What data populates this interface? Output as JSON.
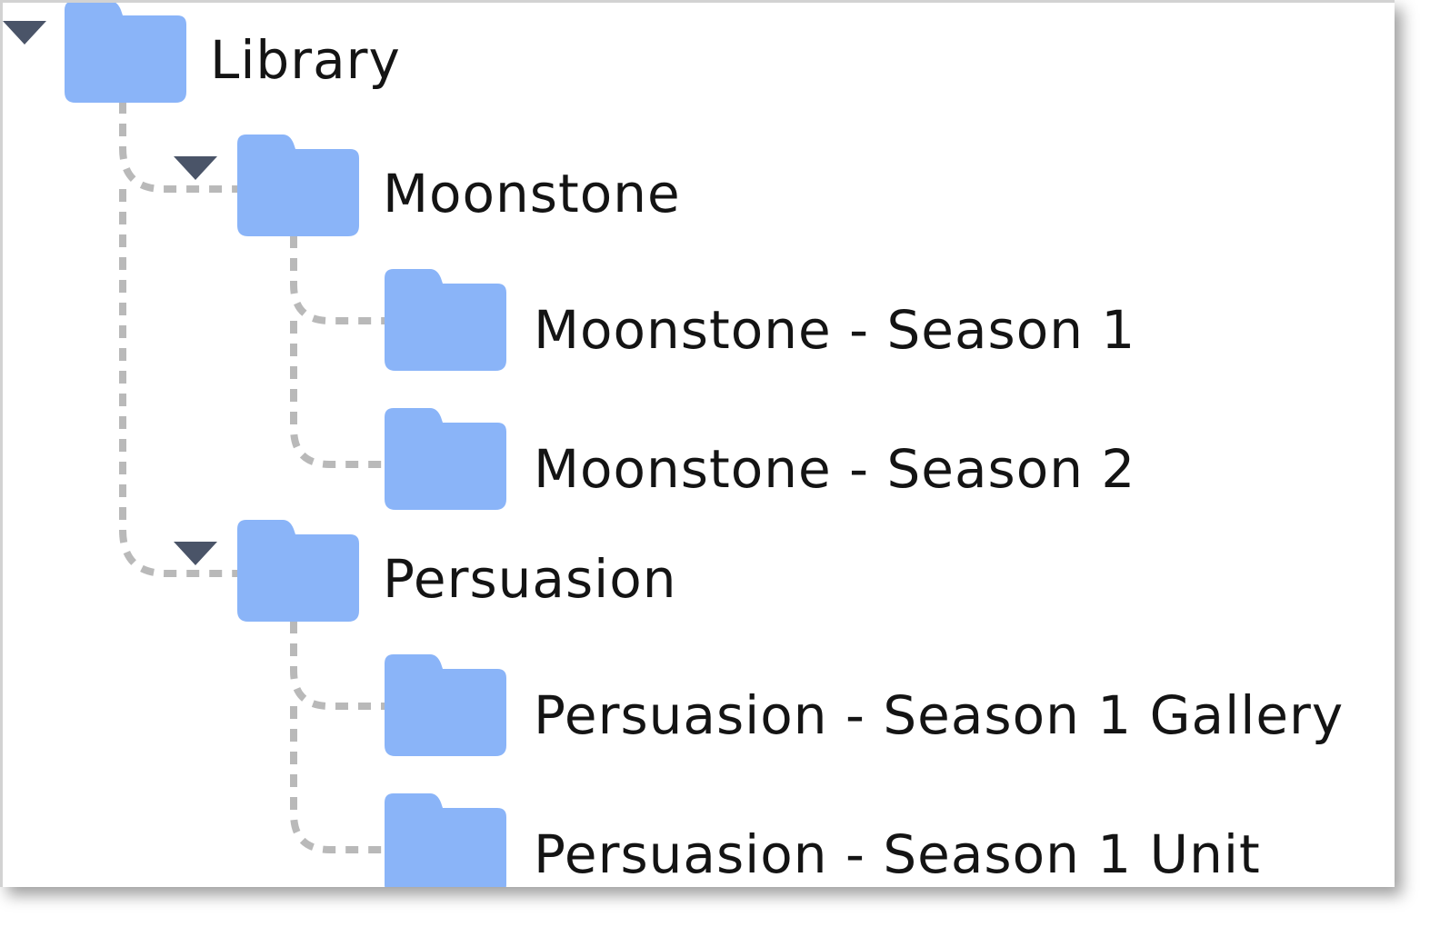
{
  "colors": {
    "folder": "#8ab4f8",
    "toggle": "#4a5468",
    "connector": "#b9b9b9",
    "text": "#141414"
  },
  "tree": {
    "root": {
      "label": "Library",
      "icon": "folder-icon",
      "expanded": true,
      "children": [
        {
          "label": "Moonstone",
          "icon": "folder-icon",
          "expanded": true,
          "children": [
            {
              "label": "Moonstone - Season 1",
              "icon": "folder-icon"
            },
            {
              "label": "Moonstone - Season 2",
              "icon": "folder-icon"
            }
          ]
        },
        {
          "label": "Persuasion",
          "icon": "folder-icon",
          "expanded": true,
          "children": [
            {
              "label": "Persuasion - Season 1 Gallery",
              "icon": "folder-icon"
            },
            {
              "label": "Persuasion - Season 1 Unit",
              "icon": "folder-icon"
            }
          ]
        }
      ]
    }
  }
}
